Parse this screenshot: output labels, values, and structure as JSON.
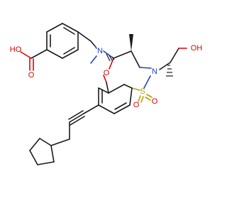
{
  "molecule": {
    "atoms": {
      "o_acid_hydroxyl": "HO",
      "o_acid_carbonyl": "O",
      "n_amine": "N",
      "o_ether": "O",
      "n_sultam": "N",
      "s_sulfonyl": "S",
      "o_sulfonyl_1": "O",
      "o_sulfonyl_2": "O",
      "o_hydroxyl": "OH"
    },
    "colors": {
      "carbon_bond": "#1a1a1a",
      "oxygen": "#e00000",
      "nitrogen": "#2040c8",
      "sulfur": "#b8a000",
      "background": "#ffffff"
    }
  }
}
